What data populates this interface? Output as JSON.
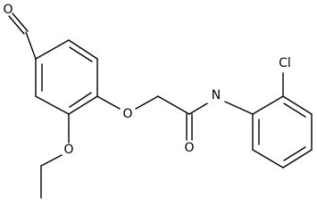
{
  "molecule": {
    "atoms": {
      "aldehyde_oxygen": "O",
      "ether_oxygen_ring": "O",
      "ethoxy_oxygen": "O",
      "carbonyl_oxygen": "O",
      "amide_nitrogen": "N",
      "chlorine": "Cl"
    },
    "colors": {
      "bond": "#000000",
      "label": "#000000",
      "background": "#ffffff"
    }
  }
}
